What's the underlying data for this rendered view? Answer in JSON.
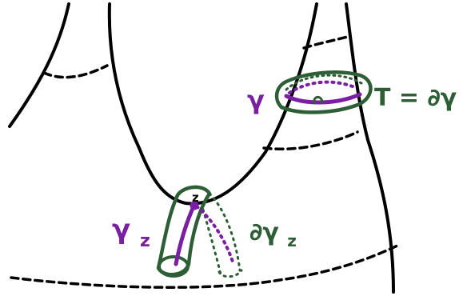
{
  "labels": {
    "gamma": "γ",
    "torus": "T = ∂γ",
    "z": "z",
    "gamma_z": "γ",
    "gamma_z_sub": "z",
    "boundary_gamma_z": "∂γ",
    "boundary_gamma_z_sub": "z"
  },
  "colors": {
    "outline": "#000000",
    "purple": "#7b1fa2",
    "green": "#2e5e35",
    "background": "#ffffff"
  }
}
